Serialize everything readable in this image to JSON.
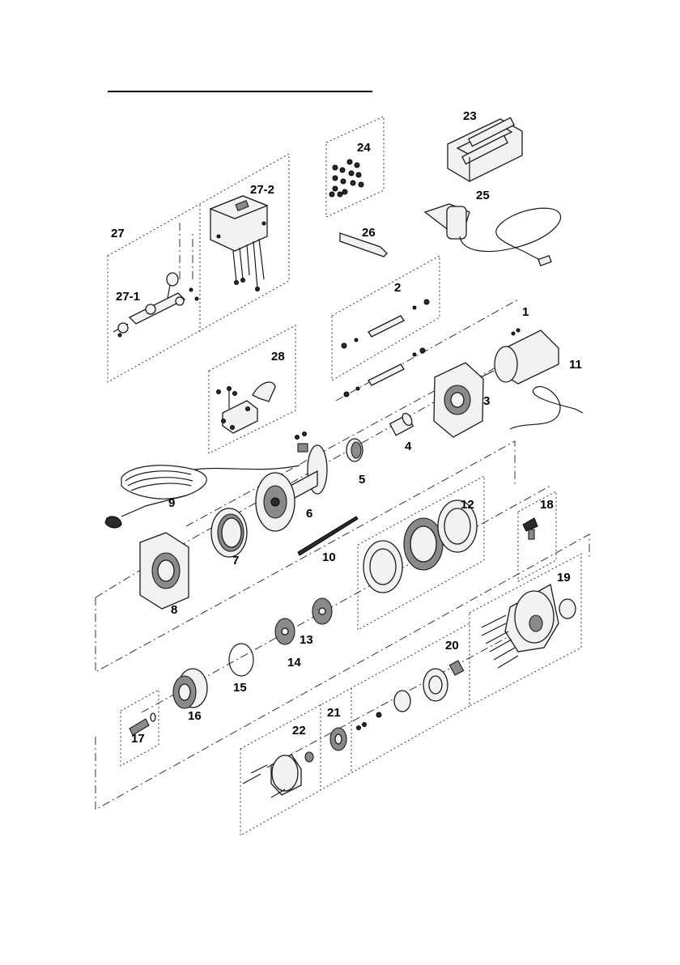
{
  "labels": {
    "p1": "1",
    "p2": "2",
    "p3": "3",
    "p4": "4",
    "p5": "5",
    "p6": "6",
    "p7": "7",
    "p8": "8",
    "p9": "9",
    "p10": "10",
    "p11": "11",
    "p12": "12",
    "p13": "13",
    "p14": "14",
    "p15": "15",
    "p16": "16",
    "p17": "17",
    "p18": "18",
    "p19": "19",
    "p20": "20",
    "p21": "21",
    "p22": "22",
    "p23": "23",
    "p24": "24",
    "p25": "25",
    "p26": "26",
    "p27": "27",
    "p27_1": "27-1",
    "p27_2": "27-2",
    "p28": "28"
  }
}
